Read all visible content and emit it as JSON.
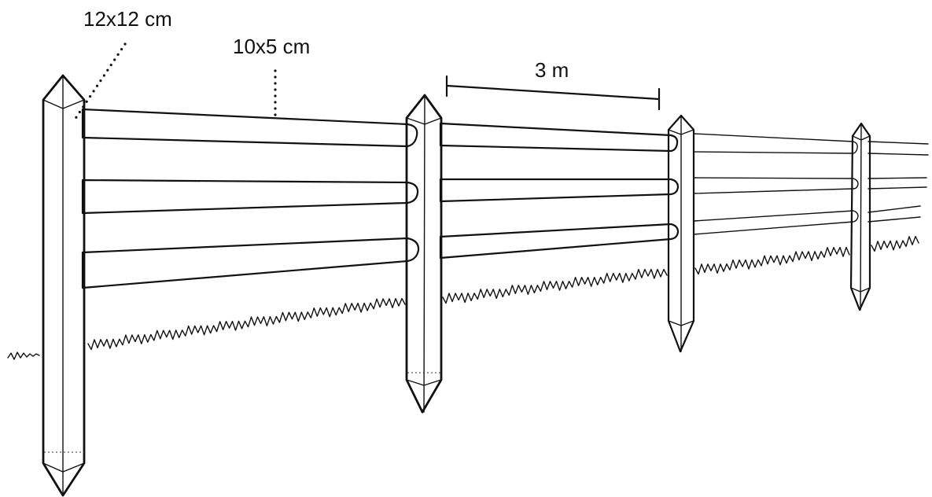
{
  "labels": {
    "post_size": "12x12 cm",
    "rail_size": "10x5 cm",
    "post_spacing": "3 m"
  },
  "colors": {
    "ink": "#111111",
    "background": "#ffffff"
  }
}
